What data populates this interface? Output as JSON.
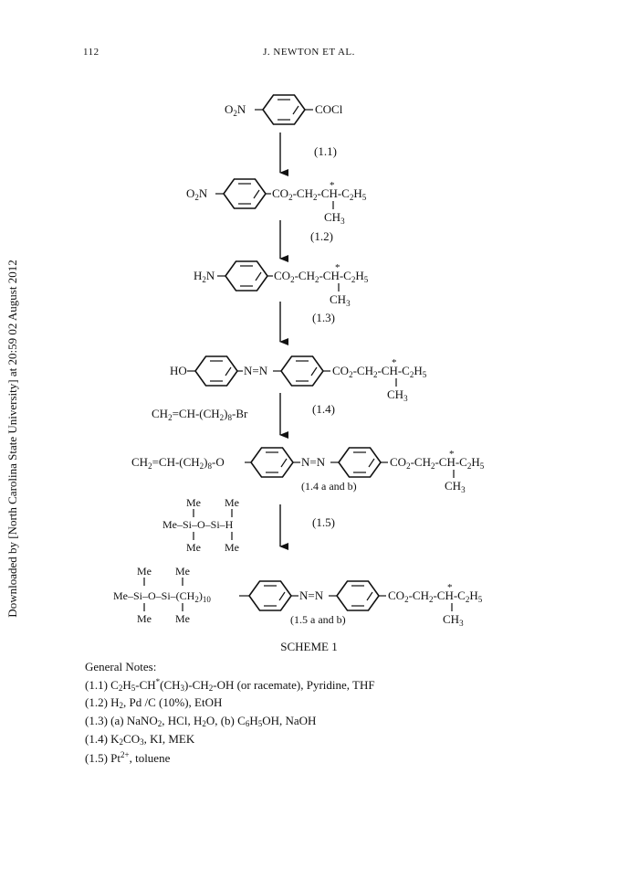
{
  "header": {
    "page_number": "112",
    "running_head": "J. NEWTON ET AL."
  },
  "side_note": "Downloaded by [North Carolina State University] at 20:59 02 August 2012",
  "scheme": {
    "steps": [
      {
        "label": "(1.1)"
      },
      {
        "label": "(1.2)"
      },
      {
        "label": "(1.3)"
      },
      {
        "label": "(1.4)"
      },
      {
        "label": "(1.5)"
      }
    ],
    "compound_1_left": "O2N",
    "compound_1_right": "COCl",
    "compound_2_left": "O2N",
    "compound_3_left": "H2N",
    "compound_4_left": "HO",
    "ester_chain": "CO2-CH2-CH-C2H5",
    "methyl": "CH3",
    "star": "*",
    "azo": "N=N",
    "reagent_14": "CH2=CH-(CH2)8-Br",
    "compound_5_left": "CH2=CH-(CH2)8-O",
    "compound_5_label": "(1.4 a and b)",
    "siloxane_me": "Me",
    "siloxane_row": "Me–Si–O–Si–H",
    "compound_6_left": "Me–Si–O–Si–(CH2)10",
    "compound_6_label": "(1.5 a and b)",
    "caption": "SCHEME 1"
  },
  "notes": {
    "title": "General Notes:",
    "lines": [
      "(1.1) C2H5-CH*(CH3)-CH2-OH (or racemate), Pyridine, THF",
      "(1.2) H2, Pd /C (10%), EtOH",
      "(1.3) (a) NaNO2, HCl, H2O, (b) C6H5OH, NaOH",
      "(1.4) K2CO3, KI, MEK",
      "(1.5) Pt2+, toluene"
    ]
  }
}
